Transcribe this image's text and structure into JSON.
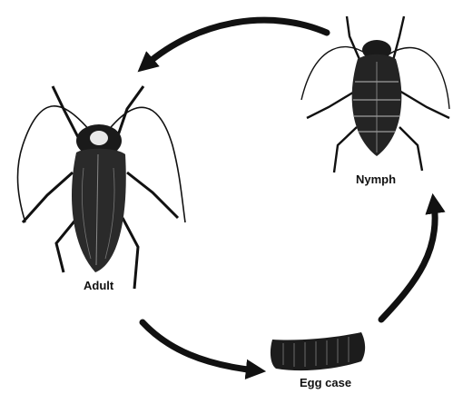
{
  "stages": {
    "adult": "Adult",
    "nymph": "Nymph",
    "egg_case": "Egg case"
  },
  "icons": {
    "adult": "adult-cockroach-icon",
    "nymph": "nymph-cockroach-icon",
    "egg_case": "egg-case-icon"
  },
  "colors": {
    "ink": "#111111",
    "background": "#ffffff"
  }
}
